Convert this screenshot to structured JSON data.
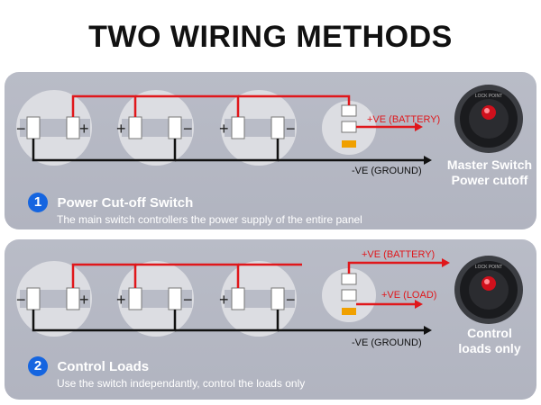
{
  "header": {
    "title": "TWO WIRING METHODS"
  },
  "method1": {
    "number": "1",
    "title": "Power Cut-off Switch",
    "description": "The main switch controllers the power supply of the entire panel",
    "battery_label": "+VE (BATTERY)",
    "ground_label": "-VE (GROUND)",
    "caption_line1": "Master Switch",
    "caption_line2": "Power cutoff",
    "switch_text": "LOCK POINT"
  },
  "method2": {
    "number": "2",
    "title": "Control Loads",
    "description": "Use the switch independantly, control the loads only",
    "battery_label": "+VE (BATTERY)",
    "load_label": "+VE (LOAD)",
    "ground_label": "-VE (GROUND)",
    "caption_line1": "Control",
    "caption_line2": "loads only",
    "switch_text": "LOCK POINT"
  },
  "terminals": {
    "plus": "+",
    "minus": "−"
  },
  "colors": {
    "wire_positive": "#e0171b",
    "wire_negative": "#111111",
    "badge": "#1565e0",
    "switch_led": "#d0101c",
    "terminal_accent": "#f0a000"
  }
}
